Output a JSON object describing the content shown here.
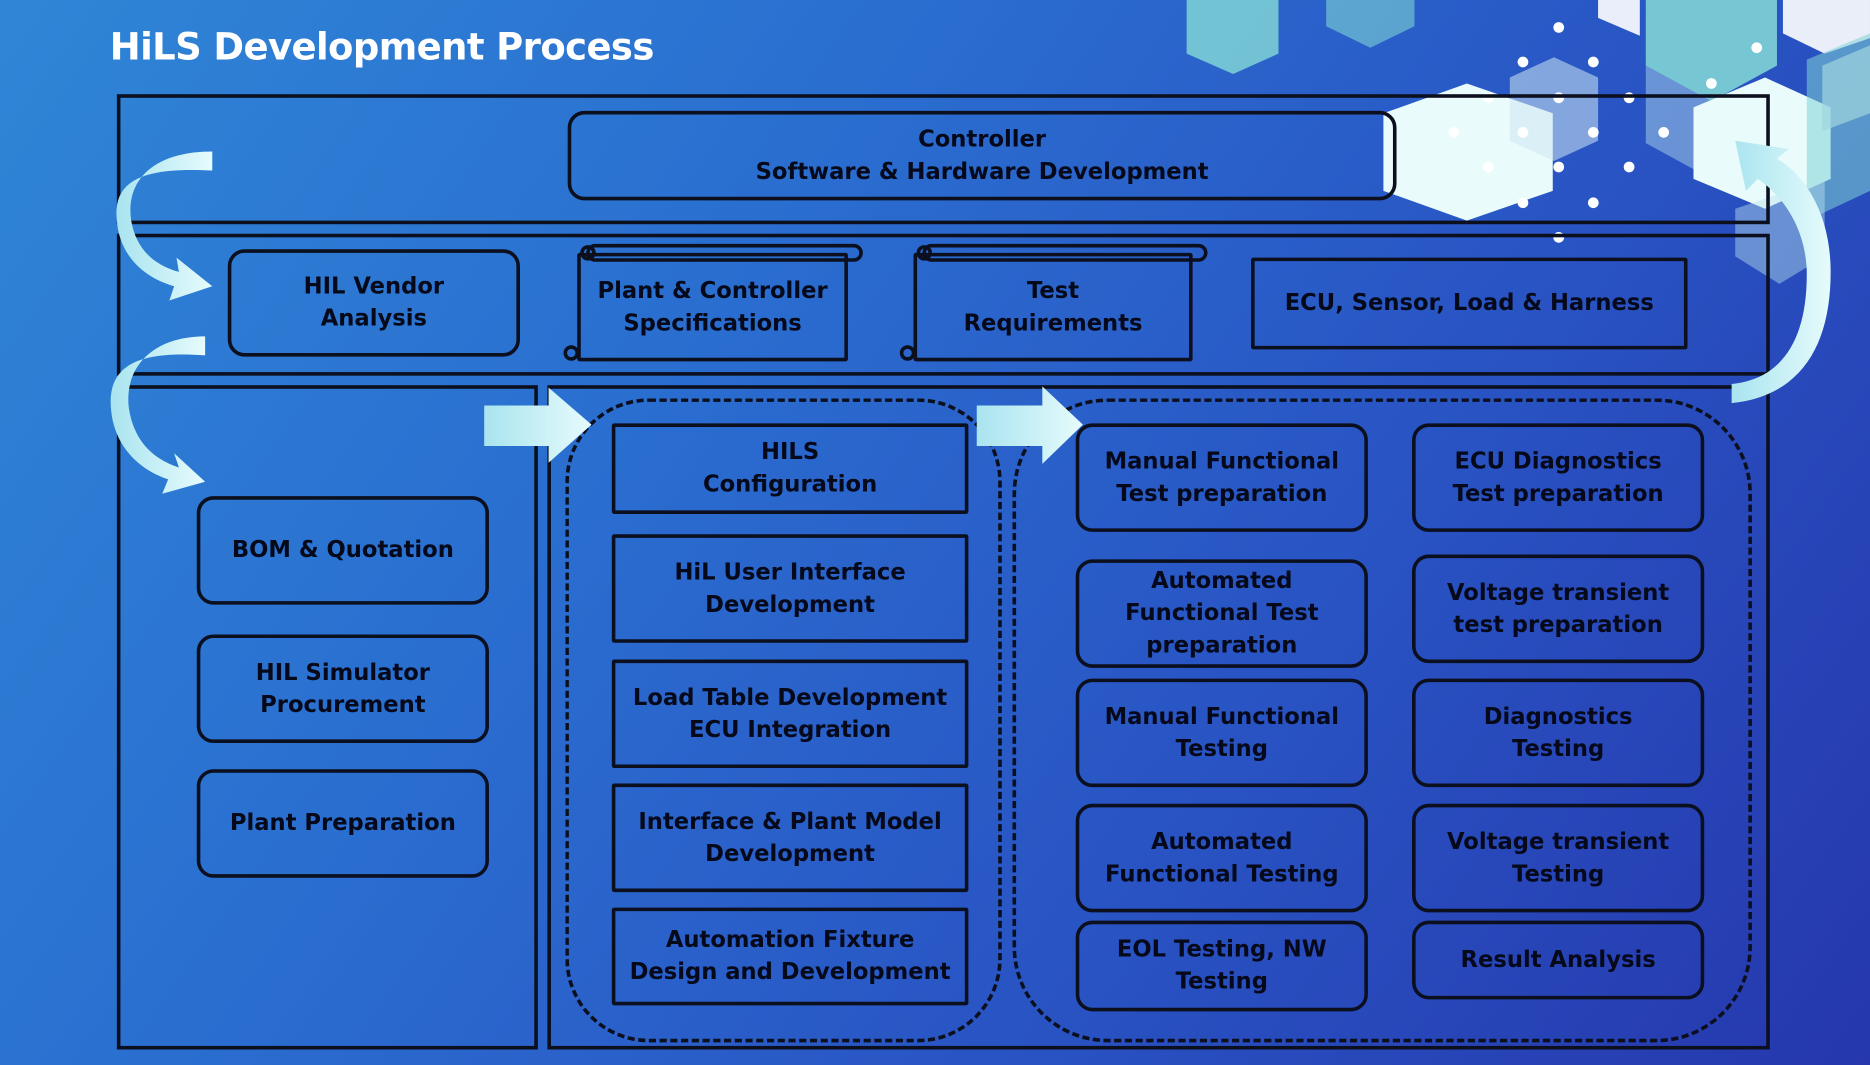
{
  "title": "HiLS Development Process",
  "top": {
    "controller": "Controller\nSoftware & Hardware Development"
  },
  "inputs": {
    "vendor": "HIL Vendor\nAnalysis",
    "plant_spec": "Plant & Controller\nSpecifications",
    "test_req": "Test\nRequirements",
    "ecu": "ECU, Sensor, Load & Harness"
  },
  "procurement": [
    "BOM & Quotation",
    "HIL Simulator\nProcurement",
    "Plant Preparation"
  ],
  "development": [
    "HILS\nConfiguration",
    "HiL User Interface\nDevelopment",
    "Load Table Development\nECU Integration",
    "Interface & Plant Model\nDevelopment",
    "Automation Fixture\nDesign and Development"
  ],
  "testing_left": [
    "Manual Functional\nTest preparation",
    "Automated\nFunctional Test\npreparation",
    "Manual Functional\nTesting",
    "Automated\nFunctional Testing",
    "EOL Testing, NW\nTesting"
  ],
  "testing_right": [
    "ECU Diagnostics\nTest preparation",
    "Voltage transient\ntest preparation",
    "Diagnostics\nTesting",
    "Voltage transient\nTesting",
    "Result Analysis"
  ],
  "colors": {
    "background_start": "#2f86d6",
    "background_end": "#2637ad",
    "arrow_fill": "#d4f6fa",
    "hexagon_teal": "#7fd3d6",
    "outline": "#0b0f1e"
  }
}
